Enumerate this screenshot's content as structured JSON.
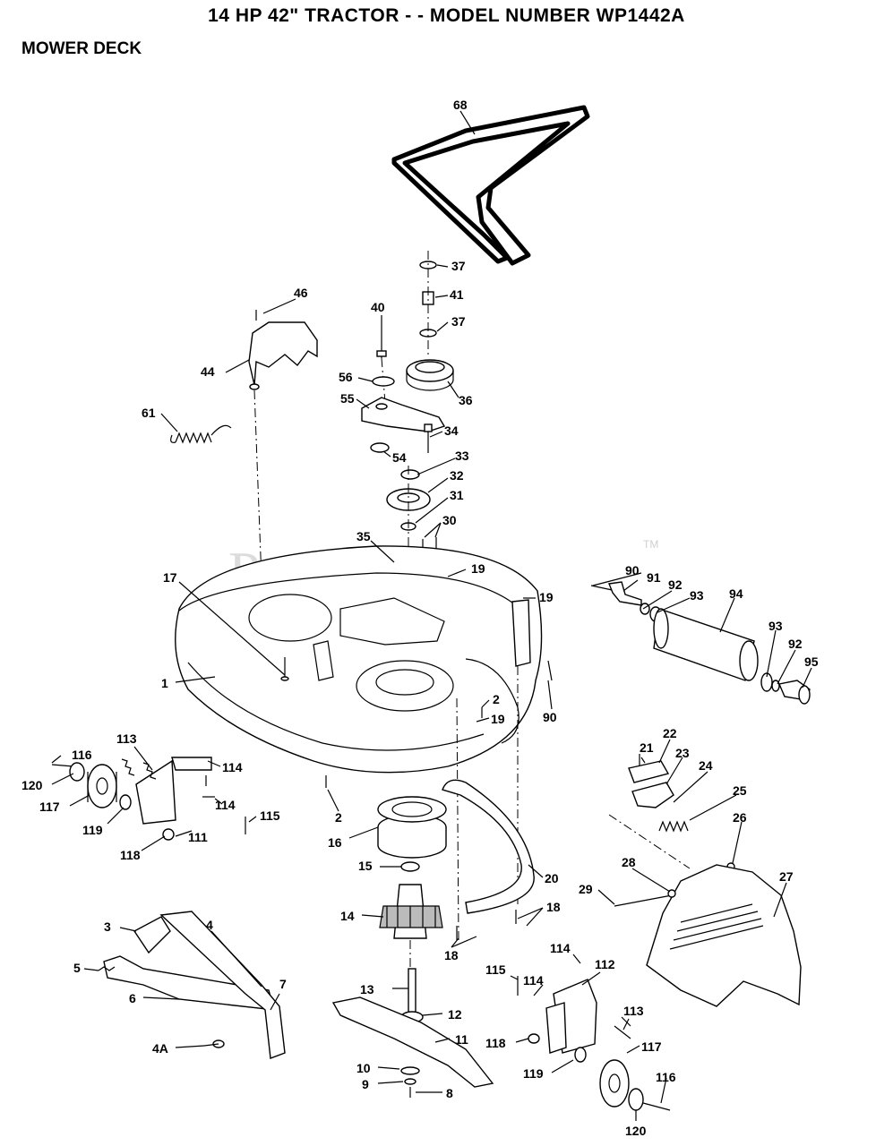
{
  "header": {
    "title": "14 HP 42\" TRACTOR - - MODEL NUMBER WP1442A",
    "subtitle": "MOWER DECK"
  },
  "watermark": {
    "text": "PartsTree",
    "tm": "TM"
  },
  "callouts": [
    {
      "id": "c68",
      "text": "68"
    },
    {
      "id": "c37a",
      "text": "37"
    },
    {
      "id": "c41",
      "text": "41"
    },
    {
      "id": "c40",
      "text": "40"
    },
    {
      "id": "c37b",
      "text": "37"
    },
    {
      "id": "c46",
      "text": "46"
    },
    {
      "id": "c44",
      "text": "44"
    },
    {
      "id": "c56",
      "text": "56"
    },
    {
      "id": "c36",
      "text": "36"
    },
    {
      "id": "c55",
      "text": "55"
    },
    {
      "id": "c61",
      "text": "61"
    },
    {
      "id": "c34",
      "text": "34"
    },
    {
      "id": "c54",
      "text": "54"
    },
    {
      "id": "c33",
      "text": "33"
    },
    {
      "id": "c32",
      "text": "32"
    },
    {
      "id": "c31",
      "text": "31"
    },
    {
      "id": "c30",
      "text": "30"
    },
    {
      "id": "c35",
      "text": "35"
    },
    {
      "id": "c19a",
      "text": "19"
    },
    {
      "id": "c17",
      "text": "17"
    },
    {
      "id": "c90a",
      "text": "90"
    },
    {
      "id": "c91",
      "text": "91"
    },
    {
      "id": "c92a",
      "text": "92"
    },
    {
      "id": "c93a",
      "text": "93"
    },
    {
      "id": "c94",
      "text": "94"
    },
    {
      "id": "c19b",
      "text": "19"
    },
    {
      "id": "c93b",
      "text": "93"
    },
    {
      "id": "c92b",
      "text": "92"
    },
    {
      "id": "c95",
      "text": "95"
    },
    {
      "id": "c1",
      "text": "1"
    },
    {
      "id": "c2a",
      "text": "2"
    },
    {
      "id": "c19c",
      "text": "19"
    },
    {
      "id": "c90b",
      "text": "90"
    },
    {
      "id": "c113a",
      "text": "113"
    },
    {
      "id": "c116a",
      "text": "116"
    },
    {
      "id": "c114a",
      "text": "114"
    },
    {
      "id": "c120a",
      "text": "120"
    },
    {
      "id": "c21",
      "text": "21"
    },
    {
      "id": "c22",
      "text": "22"
    },
    {
      "id": "c23",
      "text": "23"
    },
    {
      "id": "c24",
      "text": "24"
    },
    {
      "id": "c117a",
      "text": "117"
    },
    {
      "id": "c114b",
      "text": "114"
    },
    {
      "id": "c25",
      "text": "25"
    },
    {
      "id": "c115a",
      "text": "115"
    },
    {
      "id": "c2b",
      "text": "2"
    },
    {
      "id": "c26",
      "text": "26"
    },
    {
      "id": "c119a",
      "text": "119"
    },
    {
      "id": "c111",
      "text": "111"
    },
    {
      "id": "c16",
      "text": "16"
    },
    {
      "id": "c118a",
      "text": "118"
    },
    {
      "id": "c15",
      "text": "15"
    },
    {
      "id": "c20",
      "text": "20"
    },
    {
      "id": "c28",
      "text": "28"
    },
    {
      "id": "c27",
      "text": "27"
    },
    {
      "id": "c29",
      "text": "29"
    },
    {
      "id": "c14",
      "text": "14"
    },
    {
      "id": "c18a",
      "text": "18"
    },
    {
      "id": "c3",
      "text": "3"
    },
    {
      "id": "c4",
      "text": "4"
    },
    {
      "id": "c18b",
      "text": "18"
    },
    {
      "id": "c114c",
      "text": "114"
    },
    {
      "id": "c5",
      "text": "5"
    },
    {
      "id": "c112",
      "text": "112"
    },
    {
      "id": "c115b",
      "text": "115"
    },
    {
      "id": "c6",
      "text": "6"
    },
    {
      "id": "c7",
      "text": "7"
    },
    {
      "id": "c114d",
      "text": "114"
    },
    {
      "id": "c13",
      "text": "13"
    },
    {
      "id": "c113b",
      "text": "113"
    },
    {
      "id": "c12",
      "text": "12"
    },
    {
      "id": "c11",
      "text": "11"
    },
    {
      "id": "c118b",
      "text": "118"
    },
    {
      "id": "c117b",
      "text": "117"
    },
    {
      "id": "c4A",
      "text": "4A"
    },
    {
      "id": "c10",
      "text": "10"
    },
    {
      "id": "c119b",
      "text": "119"
    },
    {
      "id": "c116b",
      "text": "116"
    },
    {
      "id": "c9",
      "text": "9"
    },
    {
      "id": "c8",
      "text": "8"
    },
    {
      "id": "c120b",
      "text": "120"
    }
  ]
}
